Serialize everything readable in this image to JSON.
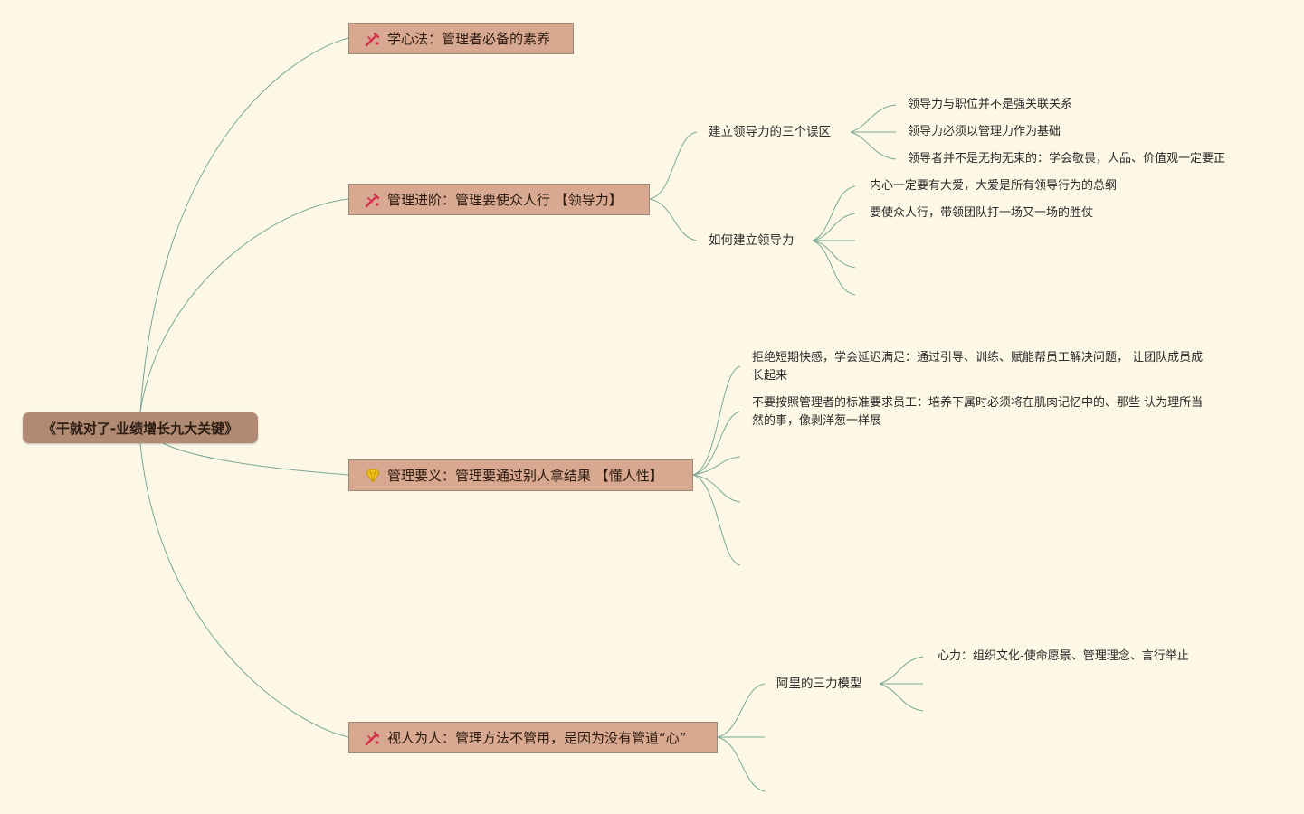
{
  "root": {
    "title": "《干就对了-业绩增长九大关键》"
  },
  "colors": {
    "background": "#fdf8e6",
    "root_fill": "#b08a72",
    "branch_fill": "#d8a890",
    "connector": "#7aa896",
    "pen_icon": "#d6304e",
    "diamond_icon": "#f2c21a"
  },
  "branches": [
    {
      "icon": "pen-icon",
      "label": "学心法：管理者必备的素养"
    },
    {
      "icon": "pen-icon",
      "label": "管理进阶：管理要使众人行 【领导力】",
      "children": [
        {
          "label": "建立领导力的三个误区",
          "leaves": [
            "领导力与职位并不是强关联关系",
            "领导力必须以管理力作为基础",
            "领导者并不是无拘无束的：学会敬畏，人品、价值观一定要正"
          ]
        },
        {
          "label": "如何建立领导力",
          "leaves": [
            "内心一定要有大爱，大爱是所有领导行为的总纲",
            "要使众人行，带领团队打一场又一场的胜仗"
          ]
        }
      ]
    },
    {
      "icon": "diamond-icon",
      "label": "管理要义：管理要通过别人拿结果 【懂人性】",
      "leaves": [
        "拒绝短期快感，学会延迟满足：通过引导、训练、赋能帮员工解决问题， 让团队成员成长起来",
        "不要按照管理者的标准要求员工：培养下属时必须将在肌肉记忆中的、那些 认为理所当然的事，像剥洋葱一样展"
      ]
    },
    {
      "icon": "pen-icon",
      "label": "视人为人：管理方法不管用，是因为没有管道“心”",
      "children": [
        {
          "label": "阿里的三力模型",
          "leaves": [
            "心力：组织文化-使命愿景、管理理念、言行举止"
          ]
        }
      ]
    }
  ]
}
